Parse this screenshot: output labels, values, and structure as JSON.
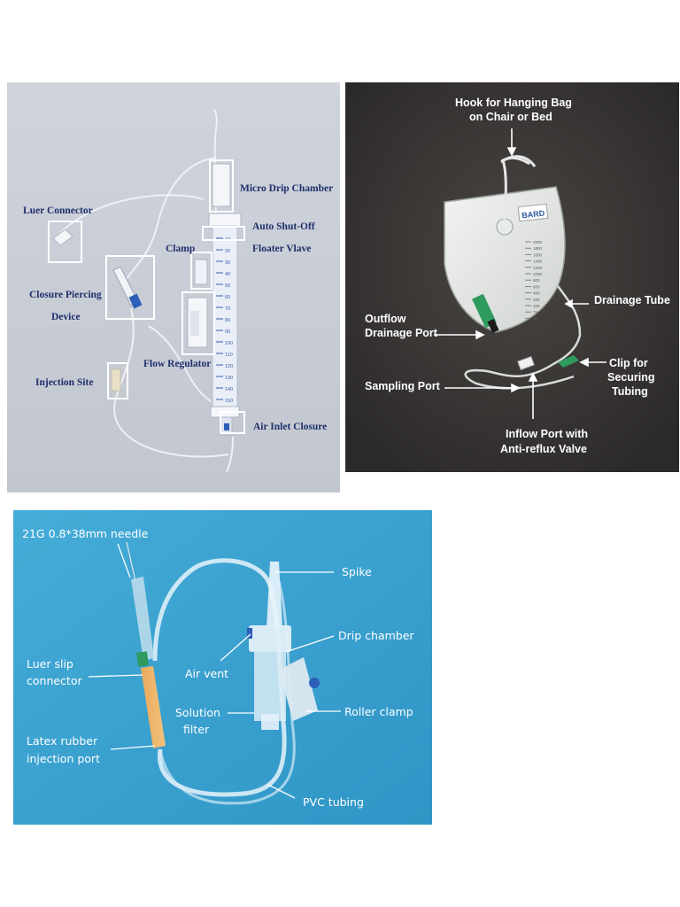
{
  "iv_set_panel": {
    "labels": {
      "micro_drip_chamber": "Micro Drip Chamber",
      "luer_connector": "Luer Connector",
      "auto_shut_off": "Auto Shut-Off",
      "clamp": "Clamp",
      "floater_valve": "Floater Vlave",
      "closure_piercing_line1": "Closure Piercing",
      "closure_piercing_line2": "Device",
      "flow_regulator": "Flow Regulator",
      "injection_site": "Injection Site",
      "air_inlet_closure": "Air Inlet Closure"
    },
    "burette_scale": [
      "10",
      "20",
      "30",
      "40",
      "50",
      "60",
      "70",
      "80",
      "90",
      "100",
      "110",
      "120",
      "130",
      "140",
      "150"
    ]
  },
  "drainage_bag_panel": {
    "labels": {
      "hook_line1": "Hook for Hanging Bag",
      "hook_line2": "on Chair or Bed",
      "drainage_tube": "Drainage Tube",
      "outflow_line1": "Outflow",
      "outflow_line2": "Drainage Port",
      "clip_line1": "Clip for",
      "clip_line2": "Securing",
      "clip_line3": "Tubing",
      "sampling_port": "Sampling Port",
      "inflow_line1": "Inflow Port with",
      "inflow_line2": "Anti-reflux Valve"
    },
    "brand": "BARD",
    "bag_scale": [
      "2000",
      "1800",
      "1600",
      "1400",
      "1200",
      "1000",
      "800",
      "600",
      "400",
      "200",
      "100",
      "75",
      "50"
    ]
  },
  "infusion_set_panel": {
    "labels": {
      "needle": "21G 0.8*38mm needle",
      "spike": "Spike",
      "drip_chamber": "Drip chamber",
      "air_vent": "Air vent",
      "luer_slip_line1": "Luer slip",
      "luer_slip_line2": "connector",
      "solution_filter_line1": "Solution",
      "solution_filter_line2": "filter",
      "roller_clamp": "Roller clamp",
      "latex_line1": "Latex rubber",
      "latex_line2": "injection port",
      "pvc_tubing": "PVC tubing"
    }
  },
  "colors": {
    "panel1_bg": "#c9cdd6",
    "panel1_label": "#1f2f6b",
    "panel2_bg": "#3c3937",
    "panel3_bg": "#3aa3d2",
    "accent_green": "#2e9a5e",
    "accent_blue": "#2b5fb8"
  }
}
